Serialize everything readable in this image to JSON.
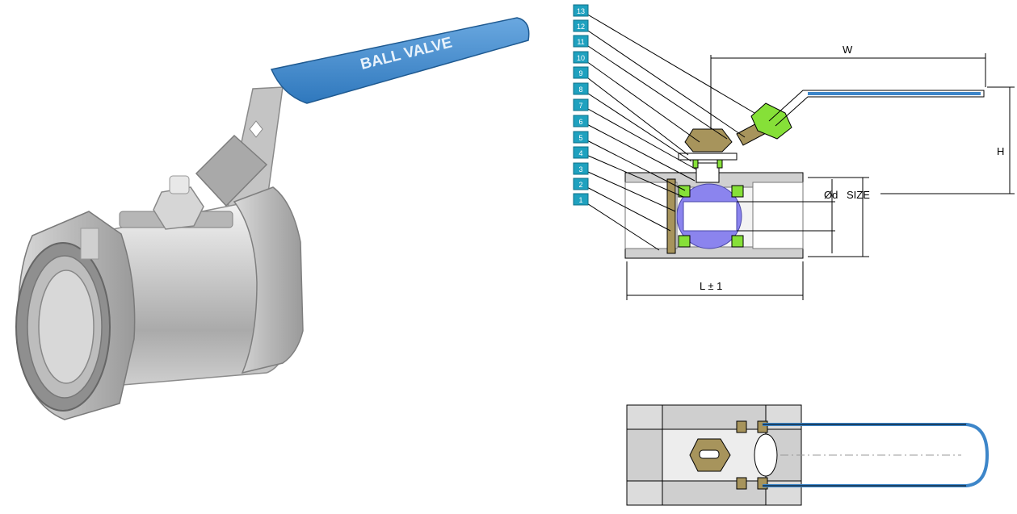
{
  "photo": {
    "handle_text": "BALL VALVE"
  },
  "callouts": [
    "13",
    "12",
    "11",
    "10",
    "9",
    "8",
    "7",
    "6",
    "5",
    "4",
    "3",
    "2",
    "1"
  ],
  "dimensions": {
    "width": "W",
    "height": "H",
    "diameter": "Ød",
    "size": "SIZE",
    "length": "L ± 1"
  },
  "colors": {
    "handle_blue": "#3d86c9",
    "ball_purple": "#8b84ee",
    "seat_green": "#86e038",
    "stem_bronze": "#a7945c",
    "callout_teal": "#1fa1bf",
    "body_gray": "#c9c9c9"
  }
}
